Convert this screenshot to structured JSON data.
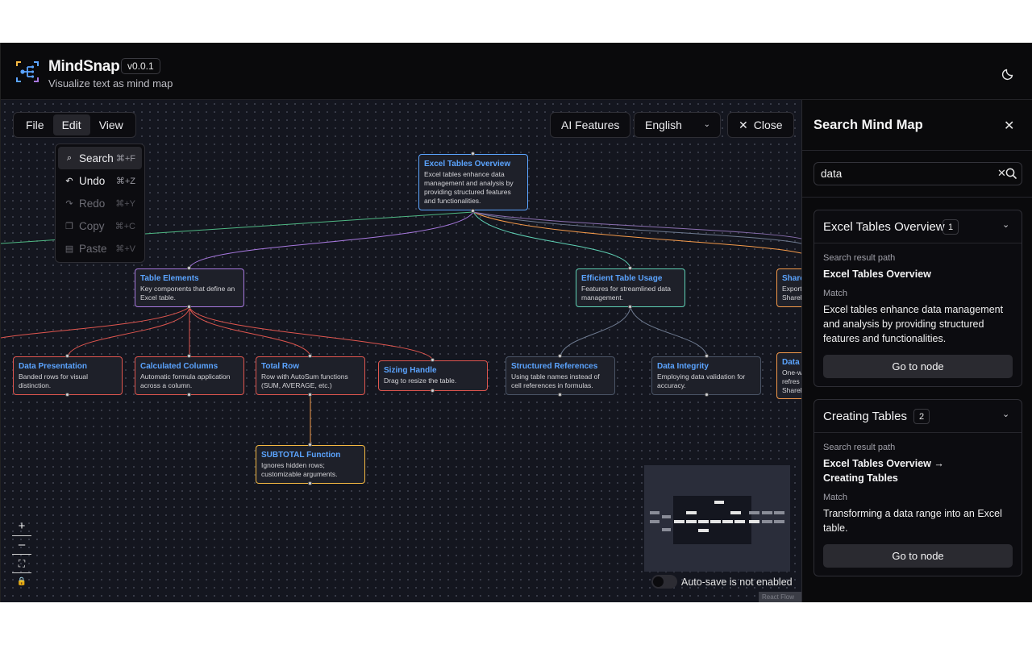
{
  "header": {
    "title": "MindSnap",
    "version": "v0.0.1",
    "subtitle": "Visualize text as mind map"
  },
  "menubar": {
    "items": [
      "File",
      "Edit",
      "View"
    ]
  },
  "edit_menu": {
    "items": [
      {
        "label": "Search",
        "shortcut": "⌘+F",
        "icon": "search-icon",
        "disabled": false
      },
      {
        "label": "Undo",
        "shortcut": "⌘+Z",
        "icon": "undo-icon",
        "disabled": false
      },
      {
        "label": "Redo",
        "shortcut": "⌘+Y",
        "icon": "redo-icon",
        "disabled": true
      },
      {
        "label": "Copy",
        "shortcut": "⌘+C",
        "icon": "copy-icon",
        "disabled": true
      },
      {
        "label": "Paste",
        "shortcut": "⌘+V",
        "icon": "paste-icon",
        "disabled": true
      }
    ]
  },
  "toolbar": {
    "ai_features": "AI Features",
    "language": "English",
    "close": "Close"
  },
  "nodes": {
    "root": {
      "title": "Excel Tables Overview",
      "desc": "Excel tables enhance data management and analysis by providing structured features and functionalities."
    },
    "table_elements": {
      "title": "Table Elements",
      "desc": "Key components that define an Excel table."
    },
    "efficient_usage": {
      "title": "Efficient Table Usage",
      "desc": "Features for streamlined data management."
    },
    "sharing": {
      "title": "Share",
      "desc": "Export Sharel"
    },
    "data_presentation": {
      "title": "Data Presentation",
      "desc": "Banded rows for visual distinction."
    },
    "calculated_columns": {
      "title": "Calculated Columns",
      "desc": "Automatic formula application across a column."
    },
    "total_row": {
      "title": "Total Row",
      "desc": "Row with AutoSum functions (SUM, AVERAGE, etc.)"
    },
    "sizing_handle": {
      "title": "Sizing Handle",
      "desc": "Drag to resize the table."
    },
    "structured_refs": {
      "title": "Structured References",
      "desc": "Using table names instead of cell references in formulas."
    },
    "data_integrity": {
      "title": "Data Integrity",
      "desc": "Employing data validation for accuracy."
    },
    "data_partial": {
      "title": "Data",
      "desc": "One-w refres Sharel"
    },
    "subtotal": {
      "title": "SUBTOTAL Function",
      "desc": "Ignores hidden rows; customizable arguments."
    }
  },
  "colors": {
    "root_border": "#5ba4ff",
    "purple": "#a879e0",
    "teal": "#5fd1b5",
    "orange": "#f59a4a",
    "red": "#e0564f",
    "slate": "#6e7a90",
    "green": "#4fb884",
    "title_blue": "#5ba4ff"
  },
  "zoom_controls": [
    "+",
    "–",
    "⛶",
    "🔒"
  ],
  "autosave": {
    "label": "Auto-save is not enabled",
    "enabled": false
  },
  "attribution": "React Flow",
  "search_panel": {
    "title": "Search Mind Map",
    "query": "data",
    "results": [
      {
        "title": "Excel Tables Overview",
        "count": "1",
        "path_label": "Search result path",
        "path": "Excel Tables Overview",
        "match_label": "Match",
        "match": "Excel tables enhance data management and analysis by providing structured features and functionalities.",
        "button": "Go to node"
      },
      {
        "title": "Creating Tables",
        "count": "2",
        "path_label": "Search result path",
        "path": "Excel Tables Overview → Creating Tables",
        "match_label": "Match",
        "match": "Transforming a data range into an Excel table.",
        "button": "Go to node"
      }
    ]
  }
}
